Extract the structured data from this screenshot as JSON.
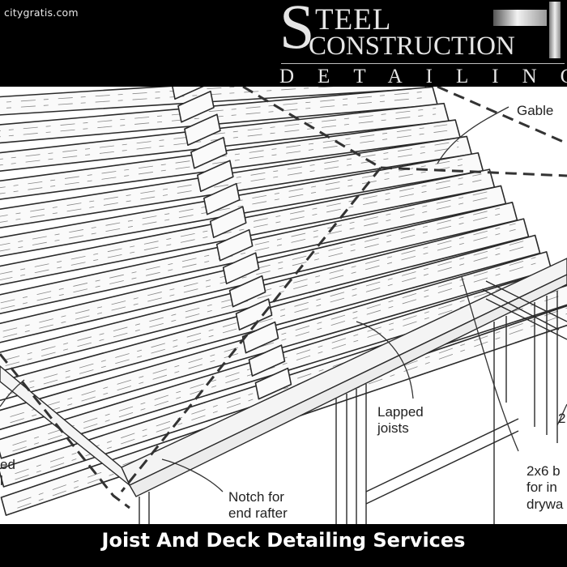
{
  "watermark": "citygratis.com",
  "logo": {
    "initial": "S",
    "line1_rest": "TEEL",
    "line2": "CONSTRUCTION",
    "line3": "DETAILING"
  },
  "callouts": {
    "gable": "Gable",
    "lapped_joists": "Lapped\njoists",
    "notch": "Notch for\nend rafter",
    "bracing": "2x6 b\nfor in\ndrywa",
    "left_partial": "ed\nl",
    "right_partial": "2"
  },
  "caption": "Joist And Deck Detailing Services",
  "colors": {
    "band": "#000000",
    "paper": "#ffffff",
    "ink": "#222222",
    "caption_text": "#ffffff"
  }
}
